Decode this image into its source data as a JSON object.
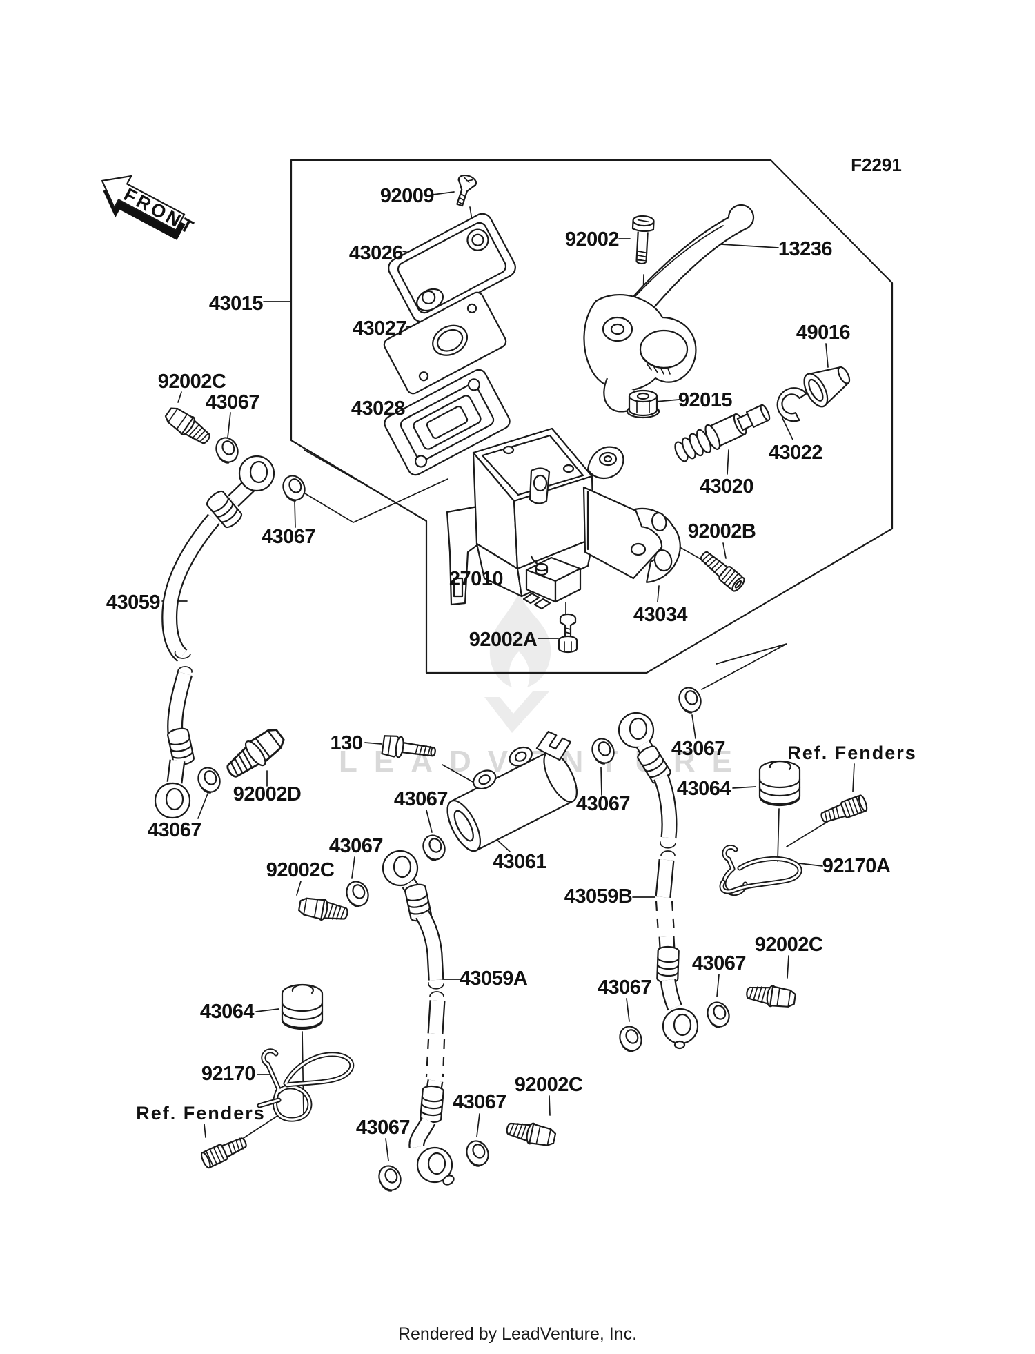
{
  "diagram": {
    "type": "exploded-parts-diagram",
    "subject": "front master cylinder assembly",
    "figure_code": "F2291",
    "front_arrow_text": "FRONT",
    "watermark_text": "LEADVENTURE",
    "footer_text": "Rendered by LeadVenture, Inc.",
    "colors": {
      "line": "#1a1a1a",
      "watermark": "#d9d9d9",
      "background": "#ffffff"
    }
  },
  "labels": [
    {
      "id": "front-arrow",
      "text": "FRONT"
    },
    {
      "id": "figure-code",
      "text": "F2291"
    },
    {
      "id": "92009",
      "text": "92009"
    },
    {
      "id": "43026",
      "text": "43026"
    },
    {
      "id": "43015",
      "text": "43015"
    },
    {
      "id": "43027",
      "text": "43027"
    },
    {
      "id": "43028",
      "text": "43028"
    },
    {
      "id": "92002",
      "text": "92002"
    },
    {
      "id": "13236",
      "text": "13236"
    },
    {
      "id": "49016",
      "text": "49016"
    },
    {
      "id": "92015",
      "text": "92015"
    },
    {
      "id": "43022",
      "text": "43022"
    },
    {
      "id": "43020",
      "text": "43020"
    },
    {
      "id": "92002B",
      "text": "92002B"
    },
    {
      "id": "27010",
      "text": "27010"
    },
    {
      "id": "43034",
      "text": "43034"
    },
    {
      "id": "92002A",
      "text": "92002A"
    },
    {
      "id": "92002C-top-left",
      "text": "92002C"
    },
    {
      "id": "43067-a",
      "text": "43067"
    },
    {
      "id": "43059",
      "text": "43059"
    },
    {
      "id": "43067-b",
      "text": "43067"
    },
    {
      "id": "92002D",
      "text": "92002D"
    },
    {
      "id": "43067-c",
      "text": "43067"
    },
    {
      "id": "130",
      "text": "130"
    },
    {
      "id": "43067-d",
      "text": "43067"
    },
    {
      "id": "43061",
      "text": "43061"
    },
    {
      "id": "43067-e",
      "text": "43067"
    },
    {
      "id": "92002C-mid-left",
      "text": "92002C"
    },
    {
      "id": "43059A",
      "text": "43059A"
    },
    {
      "id": "43067-f",
      "text": "43067"
    },
    {
      "id": "43067-g",
      "text": "43067"
    },
    {
      "id": "43064-right",
      "text": "43064"
    },
    {
      "id": "ref-fenders-right",
      "text": "Ref. Fenders"
    },
    {
      "id": "92170A",
      "text": "92170A"
    },
    {
      "id": "43059B",
      "text": "43059B"
    },
    {
      "id": "43067-h",
      "text": "43067"
    },
    {
      "id": "43067-i",
      "text": "43067"
    },
    {
      "id": "92002C-bottom-right",
      "text": "92002C"
    },
    {
      "id": "43064-left",
      "text": "43064"
    },
    {
      "id": "92170",
      "text": "92170"
    },
    {
      "id": "ref-fenders-left",
      "text": "Ref. Fenders"
    },
    {
      "id": "43067-j",
      "text": "43067"
    },
    {
      "id": "43067-k",
      "text": "43067"
    },
    {
      "id": "92002C-bottom-middle",
      "text": "92002C"
    },
    {
      "id": "watermark",
      "text": "LEADVENTURE"
    },
    {
      "id": "footer",
      "text": "Rendered by LeadVenture, Inc."
    }
  ]
}
